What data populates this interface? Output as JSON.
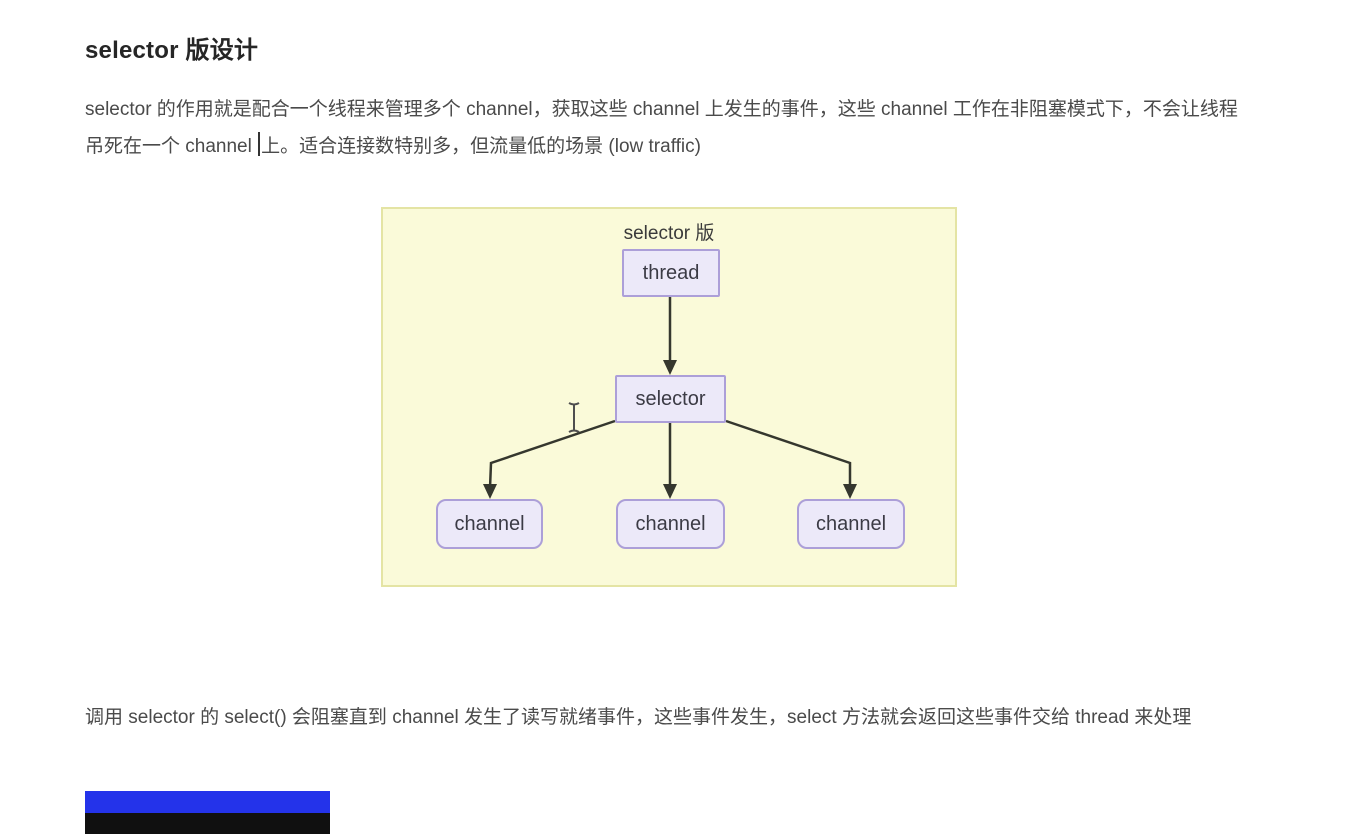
{
  "page": {
    "title": "selector 版设计",
    "paragraph1_before_caret": "selector 的作用就是配合一个线程来管理多个 channel，获取这些 channel 上发生的事件，这些 channel 工作在非阻塞模式下，不会让线程吊死在一个 channel ",
    "paragraph1_after_caret": "上。适合连接数特别多，但流量低的场景 (low traffic)",
    "paragraph2": "调用 selector 的 select() 会阻塞直到 channel 发生了读写就绪事件，这些事件发生，select 方法就会返回这些事件交给 thread 来处理"
  },
  "diagram": {
    "caption": "selector 版",
    "nodes": {
      "thread": "thread",
      "selector": "selector",
      "channel1": "channel",
      "channel2": "channel",
      "channel3": "channel"
    },
    "colors": {
      "container_fill": "#fafad9",
      "container_border": "#e4e4a4",
      "node_fill": "#ece9f9",
      "node_border": "#ac9fd8",
      "arrow": "#35372e"
    }
  },
  "cursor": {
    "type": "i-beam-text-cursor"
  },
  "footer_bars": {
    "blue": "#2433ea",
    "black": "#101010"
  }
}
